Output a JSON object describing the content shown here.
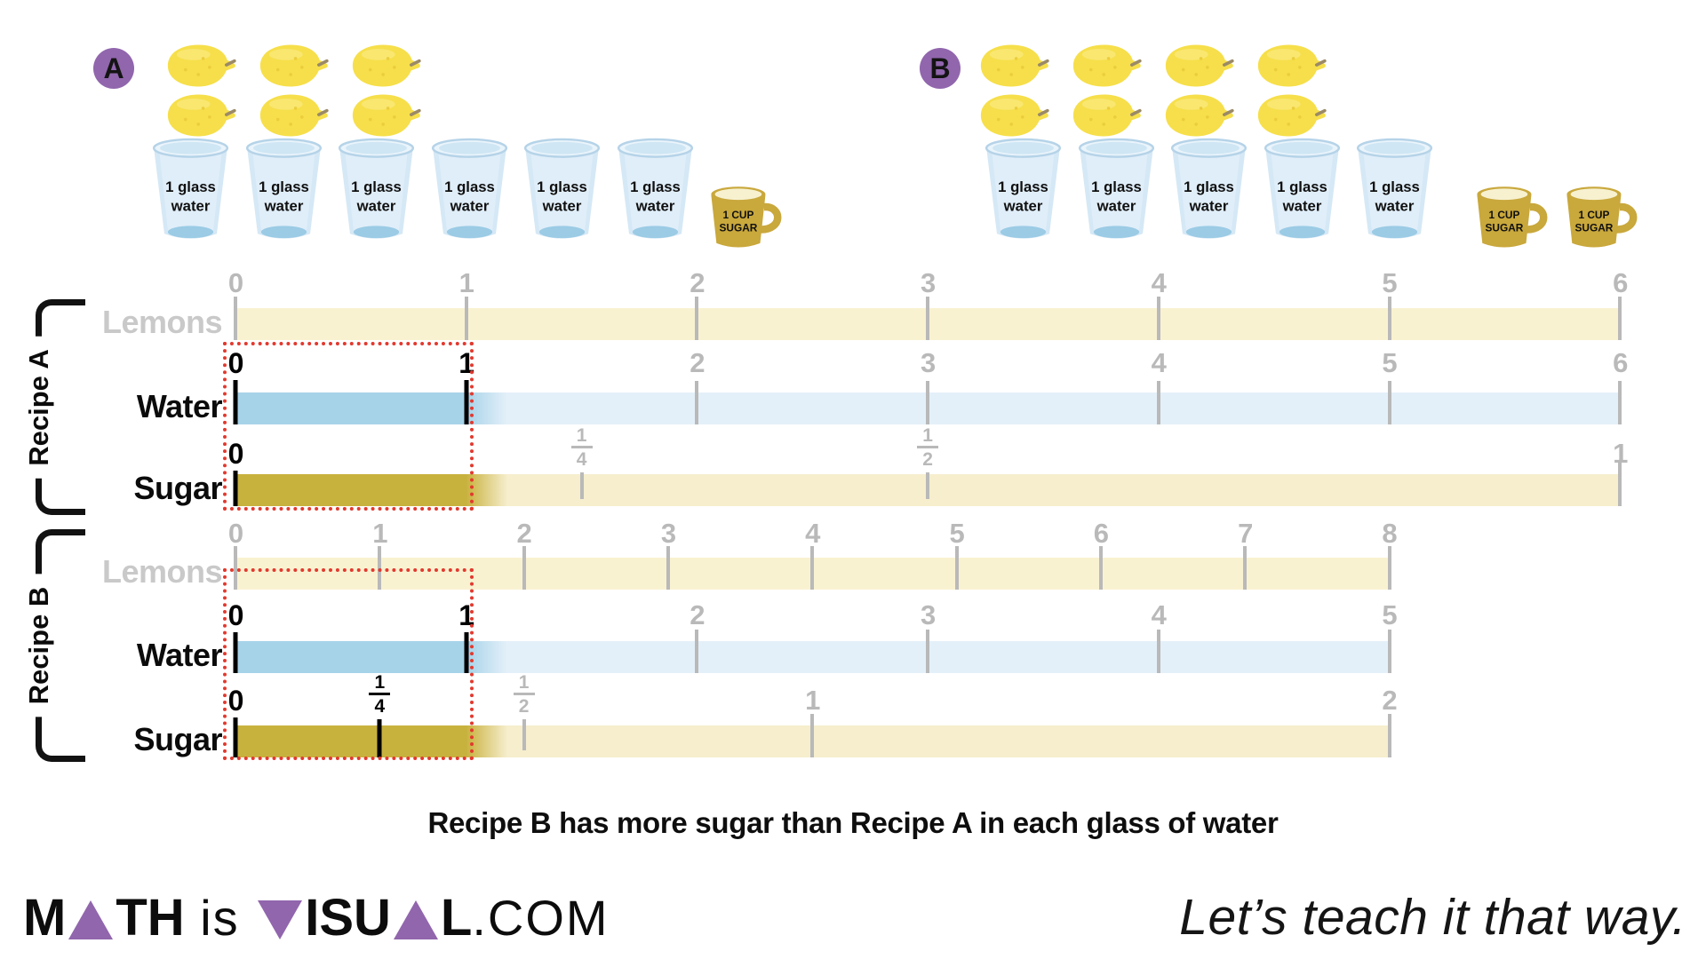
{
  "caption": "Recipe B has more sugar than Recipe A in each glass of water",
  "footer": {
    "brand_segments": [
      {
        "text": "M",
        "style": "heavy"
      },
      {
        "glyph": "triangle-up",
        "style": "tri"
      },
      {
        "text": "TH",
        "style": "heavy"
      },
      {
        "text": " is ",
        "style": "light"
      },
      {
        "glyph": "triangle-down",
        "style": "tri"
      },
      {
        "text": "ISU",
        "style": "heavy"
      },
      {
        "glyph": "triangle-up",
        "style": "tri"
      },
      {
        "text": "L",
        "style": "heavy"
      },
      {
        "text": ".COM",
        "style": "light"
      }
    ],
    "tagline": "Let’s teach it that way."
  },
  "colors": {
    "lemon_row_bar": "#f9f2d1",
    "water_row_bar": "#e4f0f9",
    "water_fill": "#a7d3e9",
    "sugar_row_bar": "#f6eecd",
    "sugar_fill": "#c8b23e",
    "tick_gray": "#b9b9b9",
    "label_gray": "#c9c9c9",
    "badge_purple": "#9166ad",
    "brand_purple": "#9166ad",
    "highlight_red": "#e2392e",
    "lemon_yellow": "#f6df4a",
    "glass_blue": "#d5e8f5",
    "mug_gold": "#c9a83c"
  },
  "recipes": [
    {
      "badge": "A",
      "bracket_label": "Recipe A",
      "lemon_count": 6,
      "glass_count": 6,
      "sugar_cup_count": 1,
      "glass_label_lines": [
        "1 glass",
        "water"
      ],
      "sugar_label_lines": [
        "1 CUP",
        "SUGAR"
      ],
      "rows": [
        {
          "key": "lemons",
          "label": "Lemons",
          "max": 6,
          "fill_to": null,
          "ticks": [
            {
              "v": 0,
              "label": "0"
            },
            {
              "v": 1,
              "label": "1"
            },
            {
              "v": 2,
              "label": "2"
            },
            {
              "v": 3,
              "label": "3"
            },
            {
              "v": 4,
              "label": "4"
            },
            {
              "v": 5,
              "label": "5"
            },
            {
              "v": 6,
              "label": "6"
            }
          ]
        },
        {
          "key": "water",
          "label": "Water",
          "max": 6,
          "fill_to": 1,
          "ticks": [
            {
              "v": 0,
              "label": "0",
              "emph": true
            },
            {
              "v": 1,
              "label": "1",
              "emph": true
            },
            {
              "v": 2,
              "label": "2"
            },
            {
              "v": 3,
              "label": "3"
            },
            {
              "v": 4,
              "label": "4"
            },
            {
              "v": 5,
              "label": "5"
            },
            {
              "v": 6,
              "label": "6"
            }
          ]
        },
        {
          "key": "sugar",
          "label": "Sugar",
          "max": 1,
          "fill_to": 0.1667,
          "ticks": [
            {
              "v": 0,
              "label": "0",
              "emph": true
            },
            {
              "v": 0.25,
              "frac": [
                "1",
                "4"
              ]
            },
            {
              "v": 0.5,
              "frac": [
                "1",
                "2"
              ]
            },
            {
              "v": 1,
              "label": "1"
            }
          ]
        }
      ]
    },
    {
      "badge": "B",
      "bracket_label": "Recipe B",
      "lemon_count": 8,
      "glass_count": 5,
      "sugar_cup_count": 2,
      "glass_label_lines": [
        "1 glass",
        "water"
      ],
      "sugar_label_lines": [
        "1 CUP",
        "SUGAR"
      ],
      "rows": [
        {
          "key": "lemons",
          "label": "Lemons",
          "max": 8,
          "fill_to": null,
          "ticks": [
            {
              "v": 0,
              "label": "0"
            },
            {
              "v": 1,
              "label": "1"
            },
            {
              "v": 2,
              "label": "2"
            },
            {
              "v": 3,
              "label": "3"
            },
            {
              "v": 4,
              "label": "4"
            },
            {
              "v": 5,
              "label": "5"
            },
            {
              "v": 6,
              "label": "6"
            },
            {
              "v": 7,
              "label": "7"
            },
            {
              "v": 8,
              "label": "8"
            }
          ]
        },
        {
          "key": "water",
          "label": "Water",
          "max": 5,
          "fill_to": 1,
          "ticks": [
            {
              "v": 0,
              "label": "0",
              "emph": true
            },
            {
              "v": 1,
              "label": "1",
              "emph": true
            },
            {
              "v": 2,
              "label": "2"
            },
            {
              "v": 3,
              "label": "3"
            },
            {
              "v": 4,
              "label": "4"
            },
            {
              "v": 5,
              "label": "5"
            }
          ]
        },
        {
          "key": "sugar",
          "label": "Sugar",
          "max": 2,
          "fill_to": 0.4,
          "ticks": [
            {
              "v": 0,
              "label": "0",
              "emph": true
            },
            {
              "v": 0.25,
              "frac": [
                "1",
                "4"
              ],
              "emph": true
            },
            {
              "v": 0.5,
              "frac": [
                "1",
                "2"
              ]
            },
            {
              "v": 1,
              "label": "1"
            },
            {
              "v": 2,
              "label": "2"
            }
          ]
        }
      ]
    }
  ]
}
